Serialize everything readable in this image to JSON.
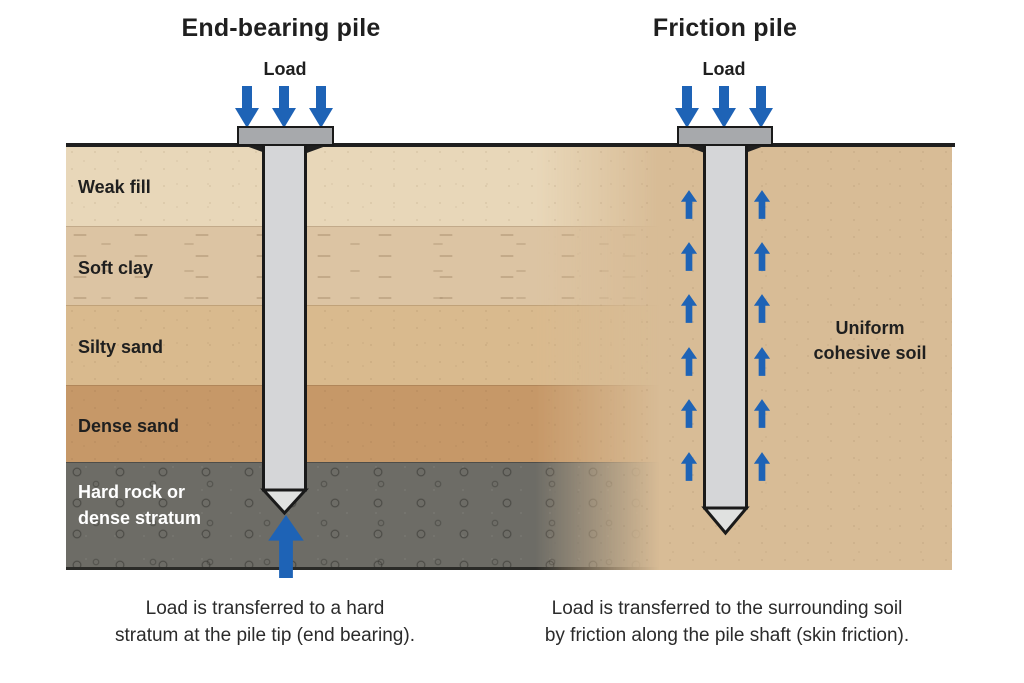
{
  "panels": {
    "end_bearing": {
      "title": "End-bearing pile",
      "load_label": "Load",
      "caption_line1": "Load is transferred to a hard",
      "caption_line2": "stratum at the pile tip (end bearing)."
    },
    "friction": {
      "title": "Friction pile",
      "load_label": "Load",
      "caption_line1": "Load is transferred to the surrounding soil",
      "caption_line2": "by friction along the pile shaft (skin friction)."
    }
  },
  "ground": {
    "layers": [
      {
        "label": "Weak fill",
        "color": "#e8d7b9"
      },
      {
        "label": "Soft clay",
        "color": "#dcc4a3"
      },
      {
        "label": "Silty sand",
        "color": "#d9ba8e"
      },
      {
        "label": "Dense sand",
        "color": "#c69868"
      },
      {
        "label_line1": "Hard rock or",
        "label_line2": "dense stratum",
        "color": "#6d6c66"
      }
    ],
    "uniform_soil_label_line1": "Uniform",
    "uniform_soil_label_line2": "cohesive soil",
    "uniform_soil_color": "#d8bc96"
  },
  "diagram": {
    "load_arrows_per_pile": 3,
    "friction_arrows_per_side": 6,
    "arrow_color": "#1e63b6",
    "outline_color": "#1a1a1a",
    "pile_cap_color": "#a7a9ac",
    "pile_shaft_color": "#d5d6d8"
  }
}
